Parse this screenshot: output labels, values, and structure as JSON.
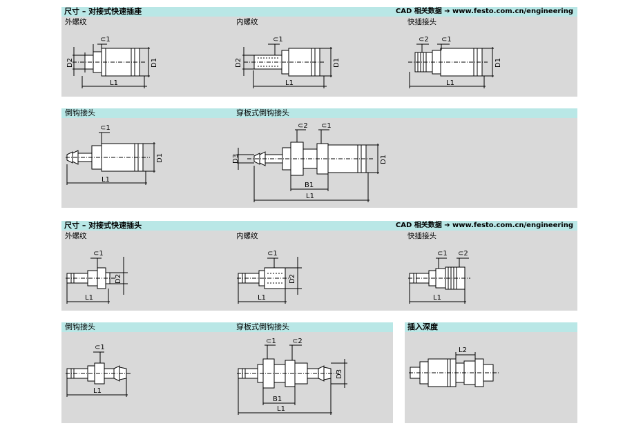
{
  "section1": {
    "title": "尺寸 – 对接式快速插座",
    "cad_link": "CAD 相关数据 ➔ www.festo.com.cn/engineering",
    "cols": [
      "外螺纹",
      "内螺纹",
      "快插接头"
    ],
    "row2_cols": [
      "倒钩接头",
      "穿板式倒钩接头"
    ]
  },
  "section2": {
    "title": "尺寸 – 对接式快速插头",
    "cad_link": "CAD 相关数据 ➔ www.festo.com.cn/engineering",
    "cols": [
      "外螺纹",
      "内螺纹",
      "快插接头"
    ],
    "row2_cols": [
      "倒钩接头",
      "穿板式倒钩接头",
      "插入深度"
    ]
  },
  "labels": {
    "c1": "⊂1",
    "c2": "⊂2",
    "d1": "D1",
    "d2": "D2",
    "d3": "D3",
    "l1": "L1",
    "l2": "L2",
    "b1": "B1"
  }
}
